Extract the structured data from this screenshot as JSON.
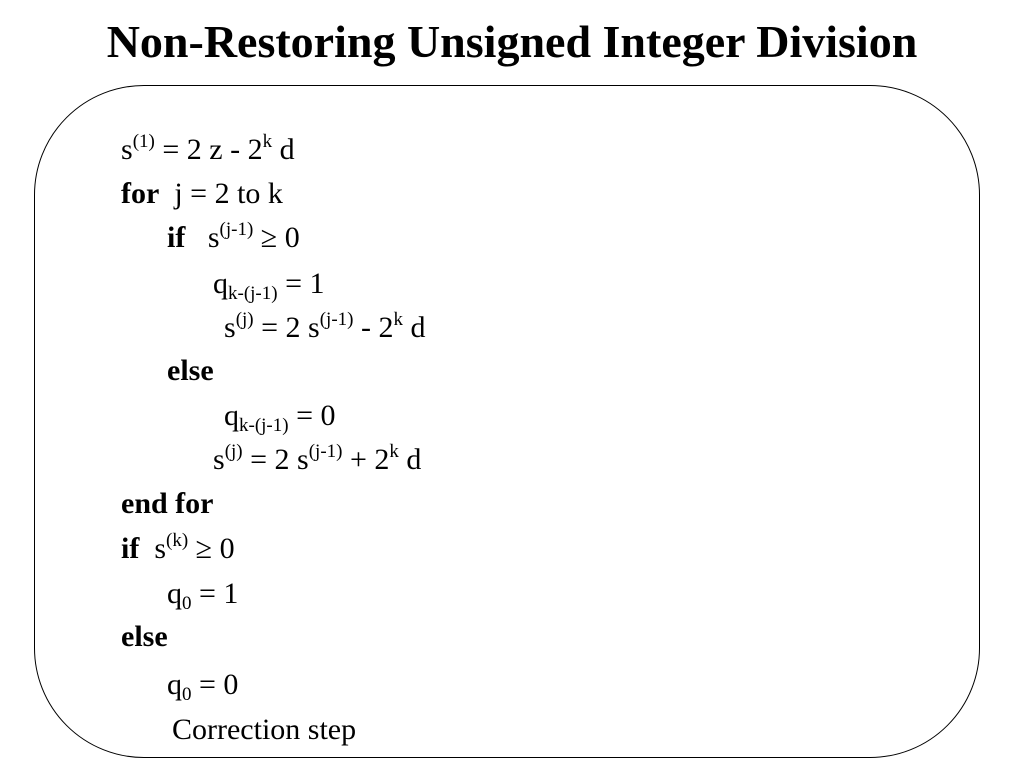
{
  "title": "Non-Restoring Unsigned Integer Division",
  "lines": {
    "l1": {
      "a": "s",
      "sup1": "(1)",
      "b": " = 2 z - 2",
      "sup2": "k",
      "c": " d"
    },
    "l2": {
      "kw": "for",
      "rest": "  j = 2 to k"
    },
    "l3": {
      "kw": "if",
      "a": "   s",
      "sup1": "(j-1)",
      "b": " ≥ 0"
    },
    "l4": {
      "a": "q",
      "sub1": "k-(j-1)",
      "b": " = 1"
    },
    "l5": {
      "a": "s",
      "sup1": "(j)",
      "b": " = 2 s",
      "sup2": "(j-1)",
      "c": " - 2",
      "sup3": "k",
      "d": " d"
    },
    "l6": {
      "kw": "else"
    },
    "l7": {
      "a": "q",
      "sub1": "k-(j-1)",
      "b": " = 0"
    },
    "l8": {
      "a": "s",
      "sup1": "(j)",
      "b": " = 2 s",
      "sup2": "(j-1)",
      "c": " + 2",
      "sup3": "k",
      "d": " d"
    },
    "l9": {
      "kw": "end for"
    },
    "l10": {
      "kw": "if",
      "a": "  s",
      "sup1": "(k)",
      "b": " ≥ 0"
    },
    "l11": {
      "a": "q",
      "sub1": "0",
      "b": " = 1"
    },
    "l12": {
      "kw": "else"
    },
    "l13": {
      "a": "q",
      "sub1": "0",
      "b": " = 0"
    },
    "l14": {
      "text": "Correction step"
    }
  }
}
